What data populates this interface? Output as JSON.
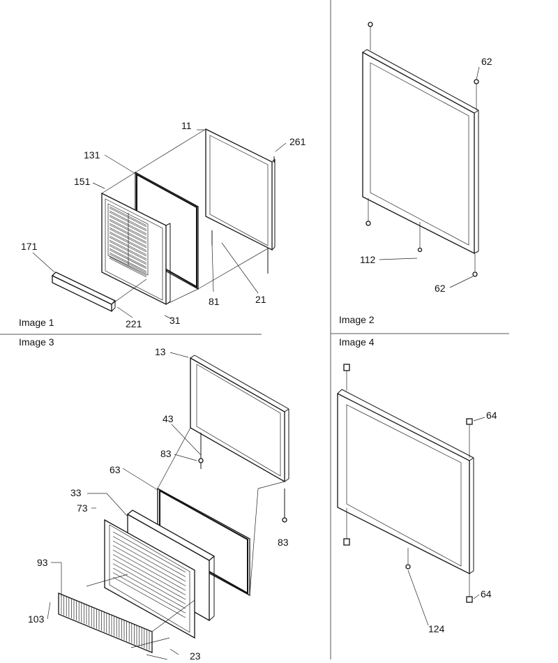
{
  "panels": [
    {
      "label": "Image 1",
      "callouts": [
        "11",
        "131",
        "151",
        "261",
        "171",
        "81",
        "21",
        "221",
        "31"
      ]
    },
    {
      "label": "Image 2",
      "callouts": [
        "62",
        "112",
        "62"
      ]
    },
    {
      "label": "Image 3",
      "callouts": [
        "13",
        "43",
        "83",
        "63",
        "33",
        "73",
        "83",
        "93",
        "103",
        "23"
      ]
    },
    {
      "label": "Image 4",
      "callouts": [
        "64",
        "64",
        "124"
      ]
    }
  ]
}
